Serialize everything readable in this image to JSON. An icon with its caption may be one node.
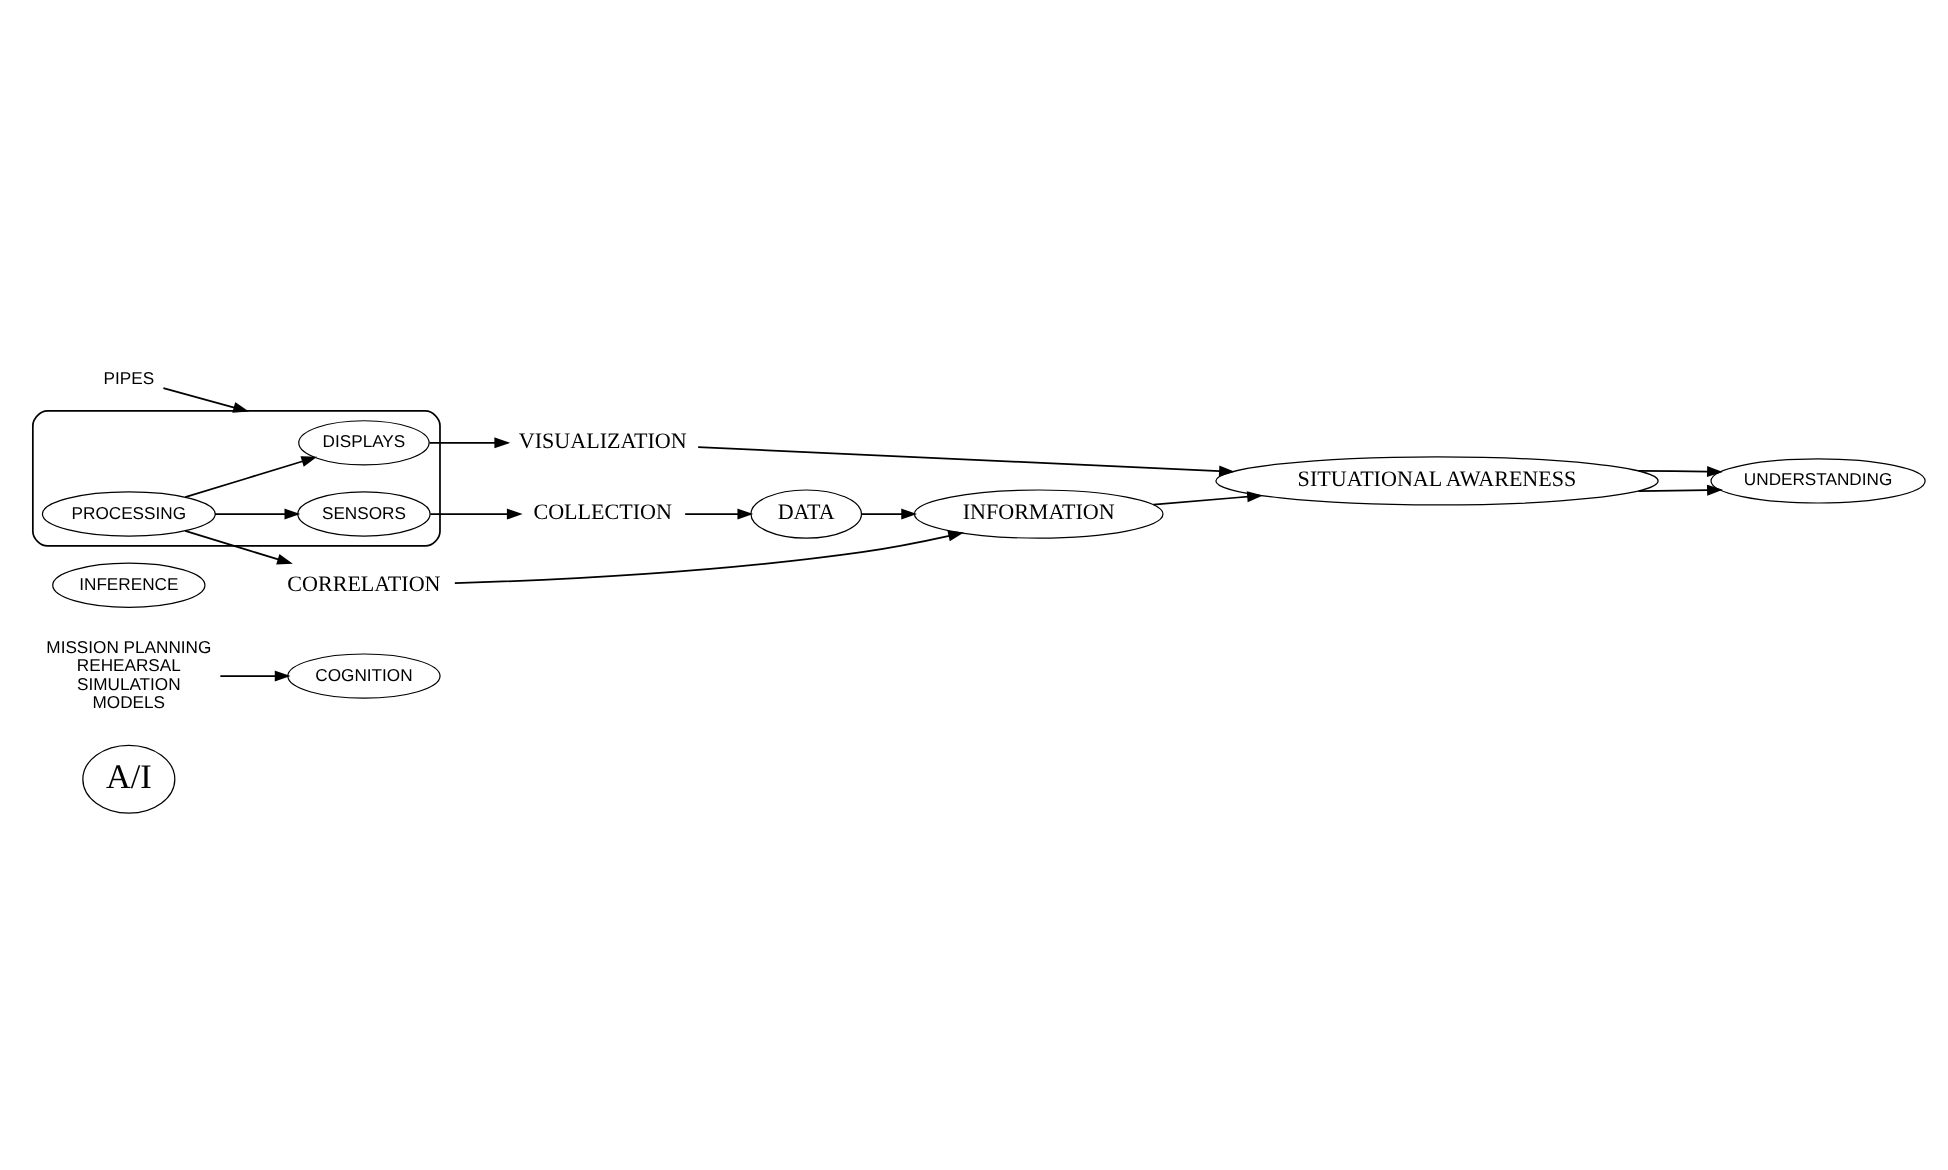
{
  "diagram": {
    "nodes": [
      {
        "text": [
          "A/I"
        ]
      },
      {
        "text": [
          "MISSION PLANNING",
          "REHEARSAL",
          "SIMULATION",
          "MODELS"
        ]
      },
      {
        "text": [
          "COGNITION"
        ]
      },
      {
        "text": [
          "INFERENCE"
        ]
      },
      {
        "text": [
          "UNDERSTANDING"
        ]
      },
      {
        "text": [
          "PIPES"
        ]
      },
      {
        "text": [],
        "shape": "oval"
      },
      {
        "text": [
          "DISPLAYS"
        ],
        "in": 6
      },
      {
        "text": [
          "PROCESSING"
        ],
        "in": 6
      },
      {
        "text": [
          "SENSORS"
        ],
        "in": 6
      },
      {
        "text": [
          "SITUATIONAL AWARENESS"
        ]
      },
      {
        "text": [
          "VISUALIZATION"
        ]
      },
      {
        "text": [
          "INFORMATION"
        ]
      },
      {
        "text": [
          "CORRELATION"
        ]
      },
      {
        "text": [
          "COLLECTION"
        ]
      },
      {
        "text": [
          "DATA"
        ]
      }
    ],
    "edges": [
      {
        "from": 1,
        "to": 2,
        "arrow": "to"
      },
      {
        "from": 10,
        "to": 4,
        "arrow": "to"
      },
      {
        "from": 10,
        "to": 4,
        "arrow": "to"
      },
      {
        "from": 5,
        "to": 6,
        "arrow": "to"
      },
      {
        "from": 8,
        "to": 7,
        "arrow": "to"
      },
      {
        "from": 8,
        "to": 9,
        "arrow": "to"
      },
      {
        "from": 7,
        "to": 11,
        "arrow": "to"
      },
      {
        "from": 8,
        "to": 13,
        "arrow": "to"
      },
      {
        "from": 9,
        "to": 14,
        "arrow": "to"
      },
      {
        "from": 11,
        "to": 10,
        "arrow": "to"
      },
      {
        "from": 13,
        "to": 12,
        "arrow": "to"
      },
      {
        "from": 14,
        "to": 15,
        "arrow": "to"
      },
      {
        "from": 15,
        "to": 12,
        "arrow": "to"
      },
      {
        "from": 12,
        "to": 10,
        "arrow": "to"
      }
    ]
  }
}
